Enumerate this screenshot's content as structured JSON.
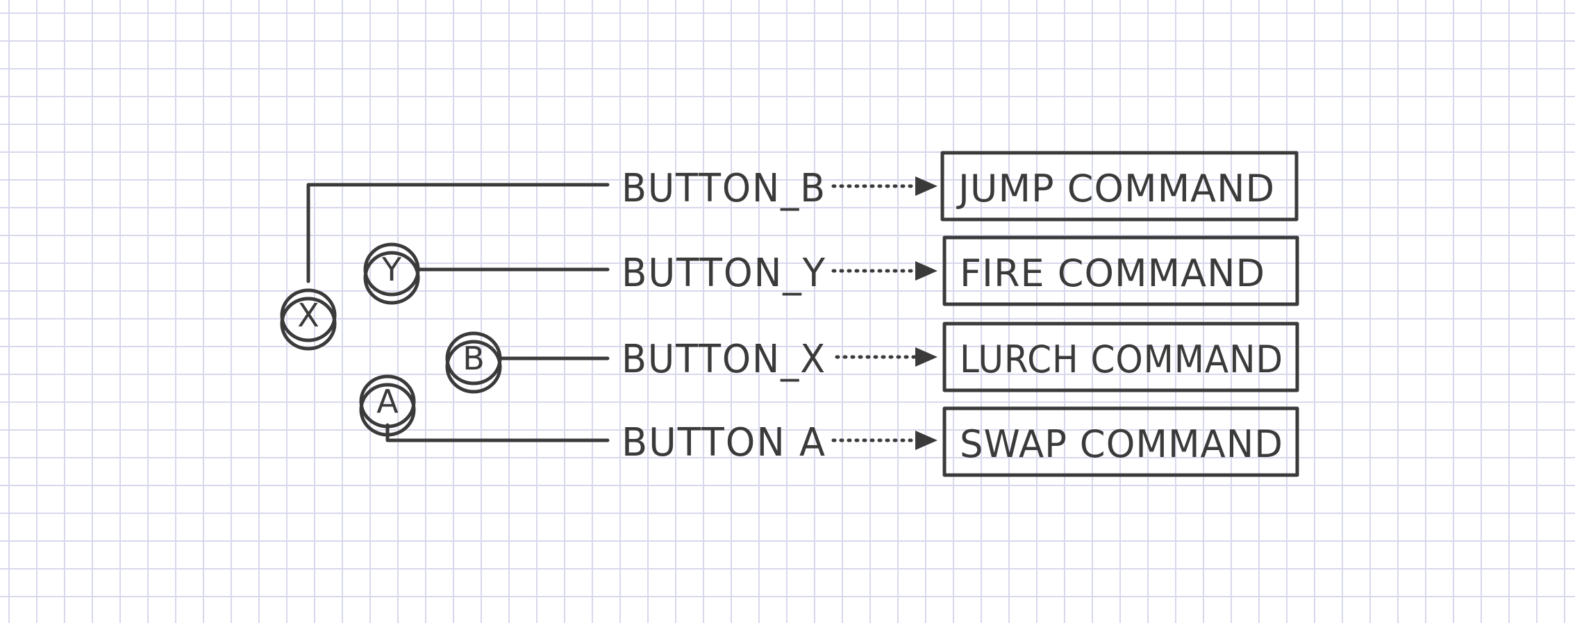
{
  "mappings": [
    {
      "button": "BUTTON_B",
      "command": "JUMP COMMAND"
    },
    {
      "button": "BUTTON_Y",
      "command": "FIRE COMMAND"
    },
    {
      "button": "BUTTON_X",
      "command": "LURCH COMMAND"
    },
    {
      "button": "BUTTON A",
      "command": "SWAP COMMAND"
    }
  ],
  "controller_buttons": {
    "x": "X",
    "y": "Y",
    "b": "B",
    "a": "A"
  },
  "colors": {
    "ink": "#3a3a3a",
    "grid": "#d7d8ec",
    "paper": "#ffffff"
  }
}
